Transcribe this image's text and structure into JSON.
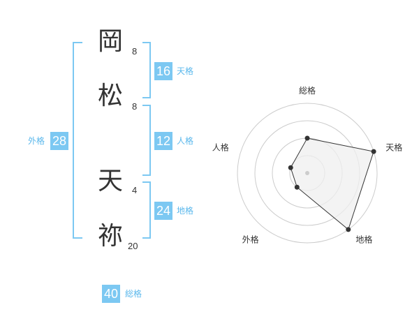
{
  "name": {
    "chars": [
      "岡",
      "松",
      "天",
      "祢"
    ],
    "strokes": [
      "8",
      "8",
      "4",
      "20"
    ]
  },
  "kaku": {
    "tenkaku": {
      "value": "16",
      "label": "天格"
    },
    "jinkaku": {
      "value": "12",
      "label": "人格"
    },
    "chikaku": {
      "value": "24",
      "label": "地格"
    },
    "gaikaku": {
      "value": "28",
      "label": "外格"
    },
    "soukaku": {
      "value": "40",
      "label": "総格"
    }
  },
  "radar": {
    "axes": [
      "総格",
      "天格",
      "地格",
      "外格",
      "人格"
    ],
    "values": [
      2,
      4,
      4,
      1,
      1
    ],
    "max": 4,
    "colors": {
      "grid": "#cccccc",
      "fill": "#efefef",
      "line": "#333333",
      "center": "#cccccc"
    }
  }
}
